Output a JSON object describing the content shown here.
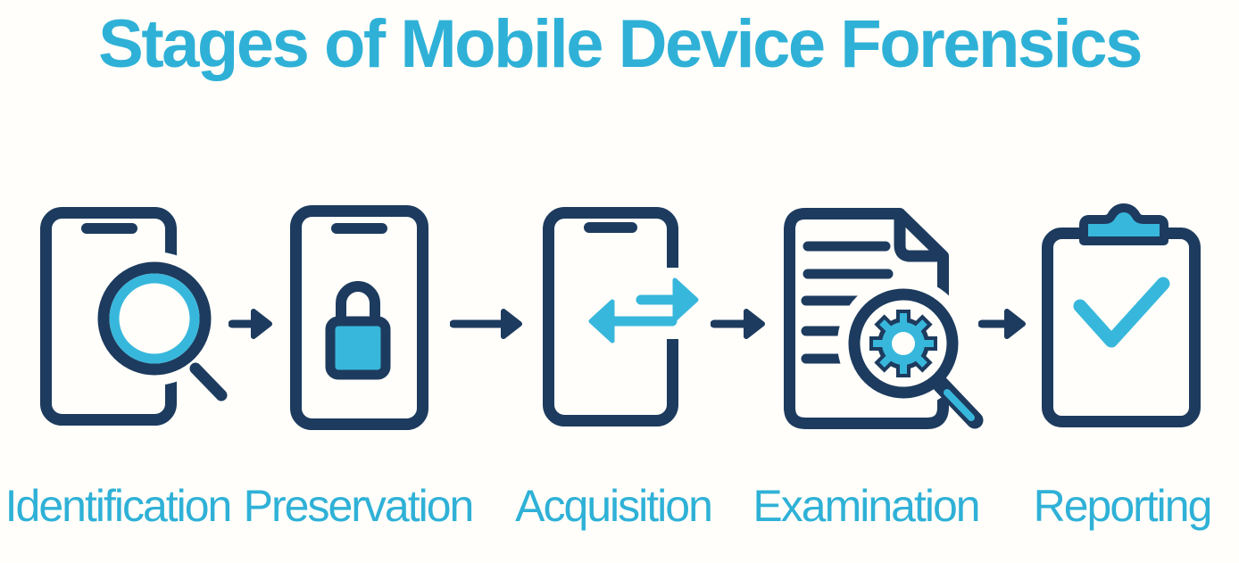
{
  "title": "Stages of Mobile Device Forensics",
  "colors": {
    "background": "#fffefa",
    "navy": "#1d3b5e",
    "cyan": "#38b7dc",
    "text_cyan": "#2fb1d7"
  },
  "stages": [
    {
      "label": "Identification",
      "icon": "phone-magnifier-icon"
    },
    {
      "label": "Preservation",
      "icon": "phone-lock-icon"
    },
    {
      "label": "Acquisition",
      "icon": "phone-transfer-arrows-icon"
    },
    {
      "label": "Examination",
      "icon": "document-magnifier-gear-icon"
    },
    {
      "label": "Reporting",
      "icon": "clipboard-check-icon"
    }
  ],
  "connectors": {
    "icon": "arrow-right-icon",
    "count": 4
  }
}
